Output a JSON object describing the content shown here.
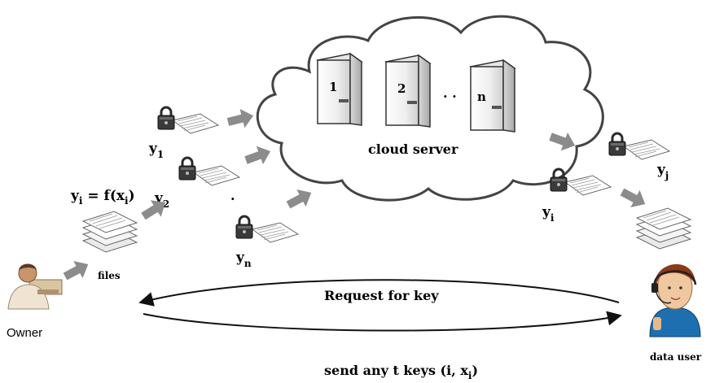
{
  "cloud": {
    "label": "cloud server",
    "servers": [
      "1",
      "2",
      "n"
    ],
    "ellipsis": ". ."
  },
  "owner": {
    "label": "Owner"
  },
  "files": {
    "label": "files"
  },
  "data_user": {
    "label": "data user"
  },
  "formula": {
    "y": "y",
    "i": "i",
    "eq": " = f(x",
    "close": ")"
  },
  "shares": {
    "y1_base": "y",
    "y1_sub": "1",
    "y2_base": "y",
    "y2_sub": "2",
    "yn_base": "y",
    "yn_sub": "n",
    "yi_base": "y",
    "yi_sub": "i",
    "yj_base": "y",
    "yj_sub": "j",
    "dots": "."
  },
  "arrows": {
    "request": "Request for key",
    "send_prefix": "send any t keys (i, x",
    "send_sub": "i",
    "send_suffix": ")"
  },
  "colors": {
    "arrow_fill": "#8c8c8c",
    "lock_body": "#2b2b2b",
    "server_face": "#f2f2f2",
    "cloud_stroke": "#444444"
  }
}
